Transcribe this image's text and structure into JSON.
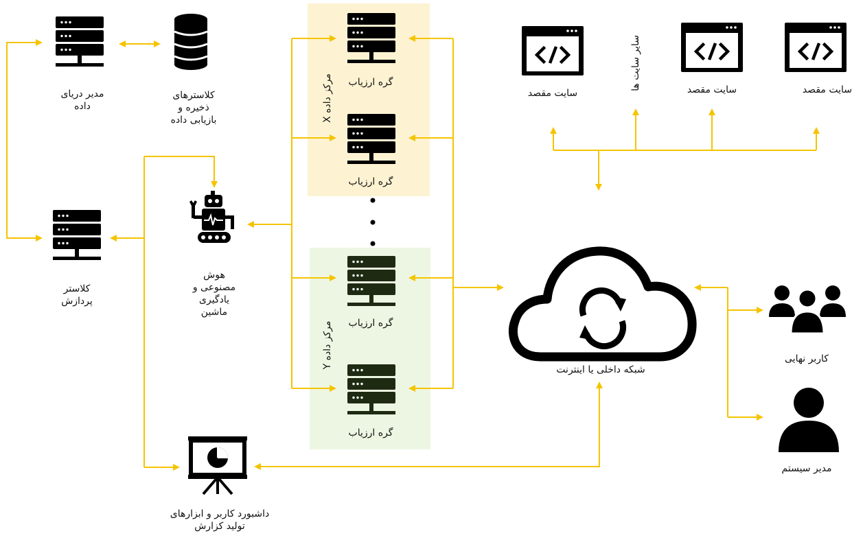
{
  "diagram": {
    "nodes": {
      "data_lake_manager": "مدیر دریای\nداده",
      "storage_clusters": "کلاسترهای\nذخیره و\nبازیابی داده",
      "processing_cluster": "کلاستر\nپردازش",
      "ai_ml": "هوش\nمصنوعی و\nیادگیری\nماشین",
      "dashboard": "داشبورد کاربر و ابزارهای\nتولید کزارش",
      "evaluator_node_1": "گره ارزیاب",
      "evaluator_node_2": "گره ارزیاب",
      "evaluator_node_3": "گره ارزیاب",
      "evaluator_node_4": "گره ارزیاب",
      "datacenter_x": "مرکز داده X",
      "datacenter_y": "مرکز داده Y",
      "target_site_1": "سایت مقصد",
      "target_site_2": "سایت مقصد",
      "target_site_3": "سایت مقصد",
      "other_sites": "سایر سایت ها",
      "network": "شبکه داخلی یا اینترنت",
      "end_user": "کاربر نهایی",
      "sysadmin": "مدیر سیستم"
    },
    "icons": {
      "server": "server-icon",
      "database": "database-icon",
      "robot": "robot-icon",
      "dashboard": "presentation-board-icon",
      "cloud": "cloud-sync-icon",
      "browser": "code-browser-icon",
      "users": "users-group-icon",
      "user": "user-icon"
    },
    "colors": {
      "connector": "#f5c400",
      "icon": "#000000",
      "zone_x_fill": "#fdf3d2",
      "zone_y_fill": "#edf6e2",
      "zone_y_icon": "#1e2a12"
    }
  }
}
